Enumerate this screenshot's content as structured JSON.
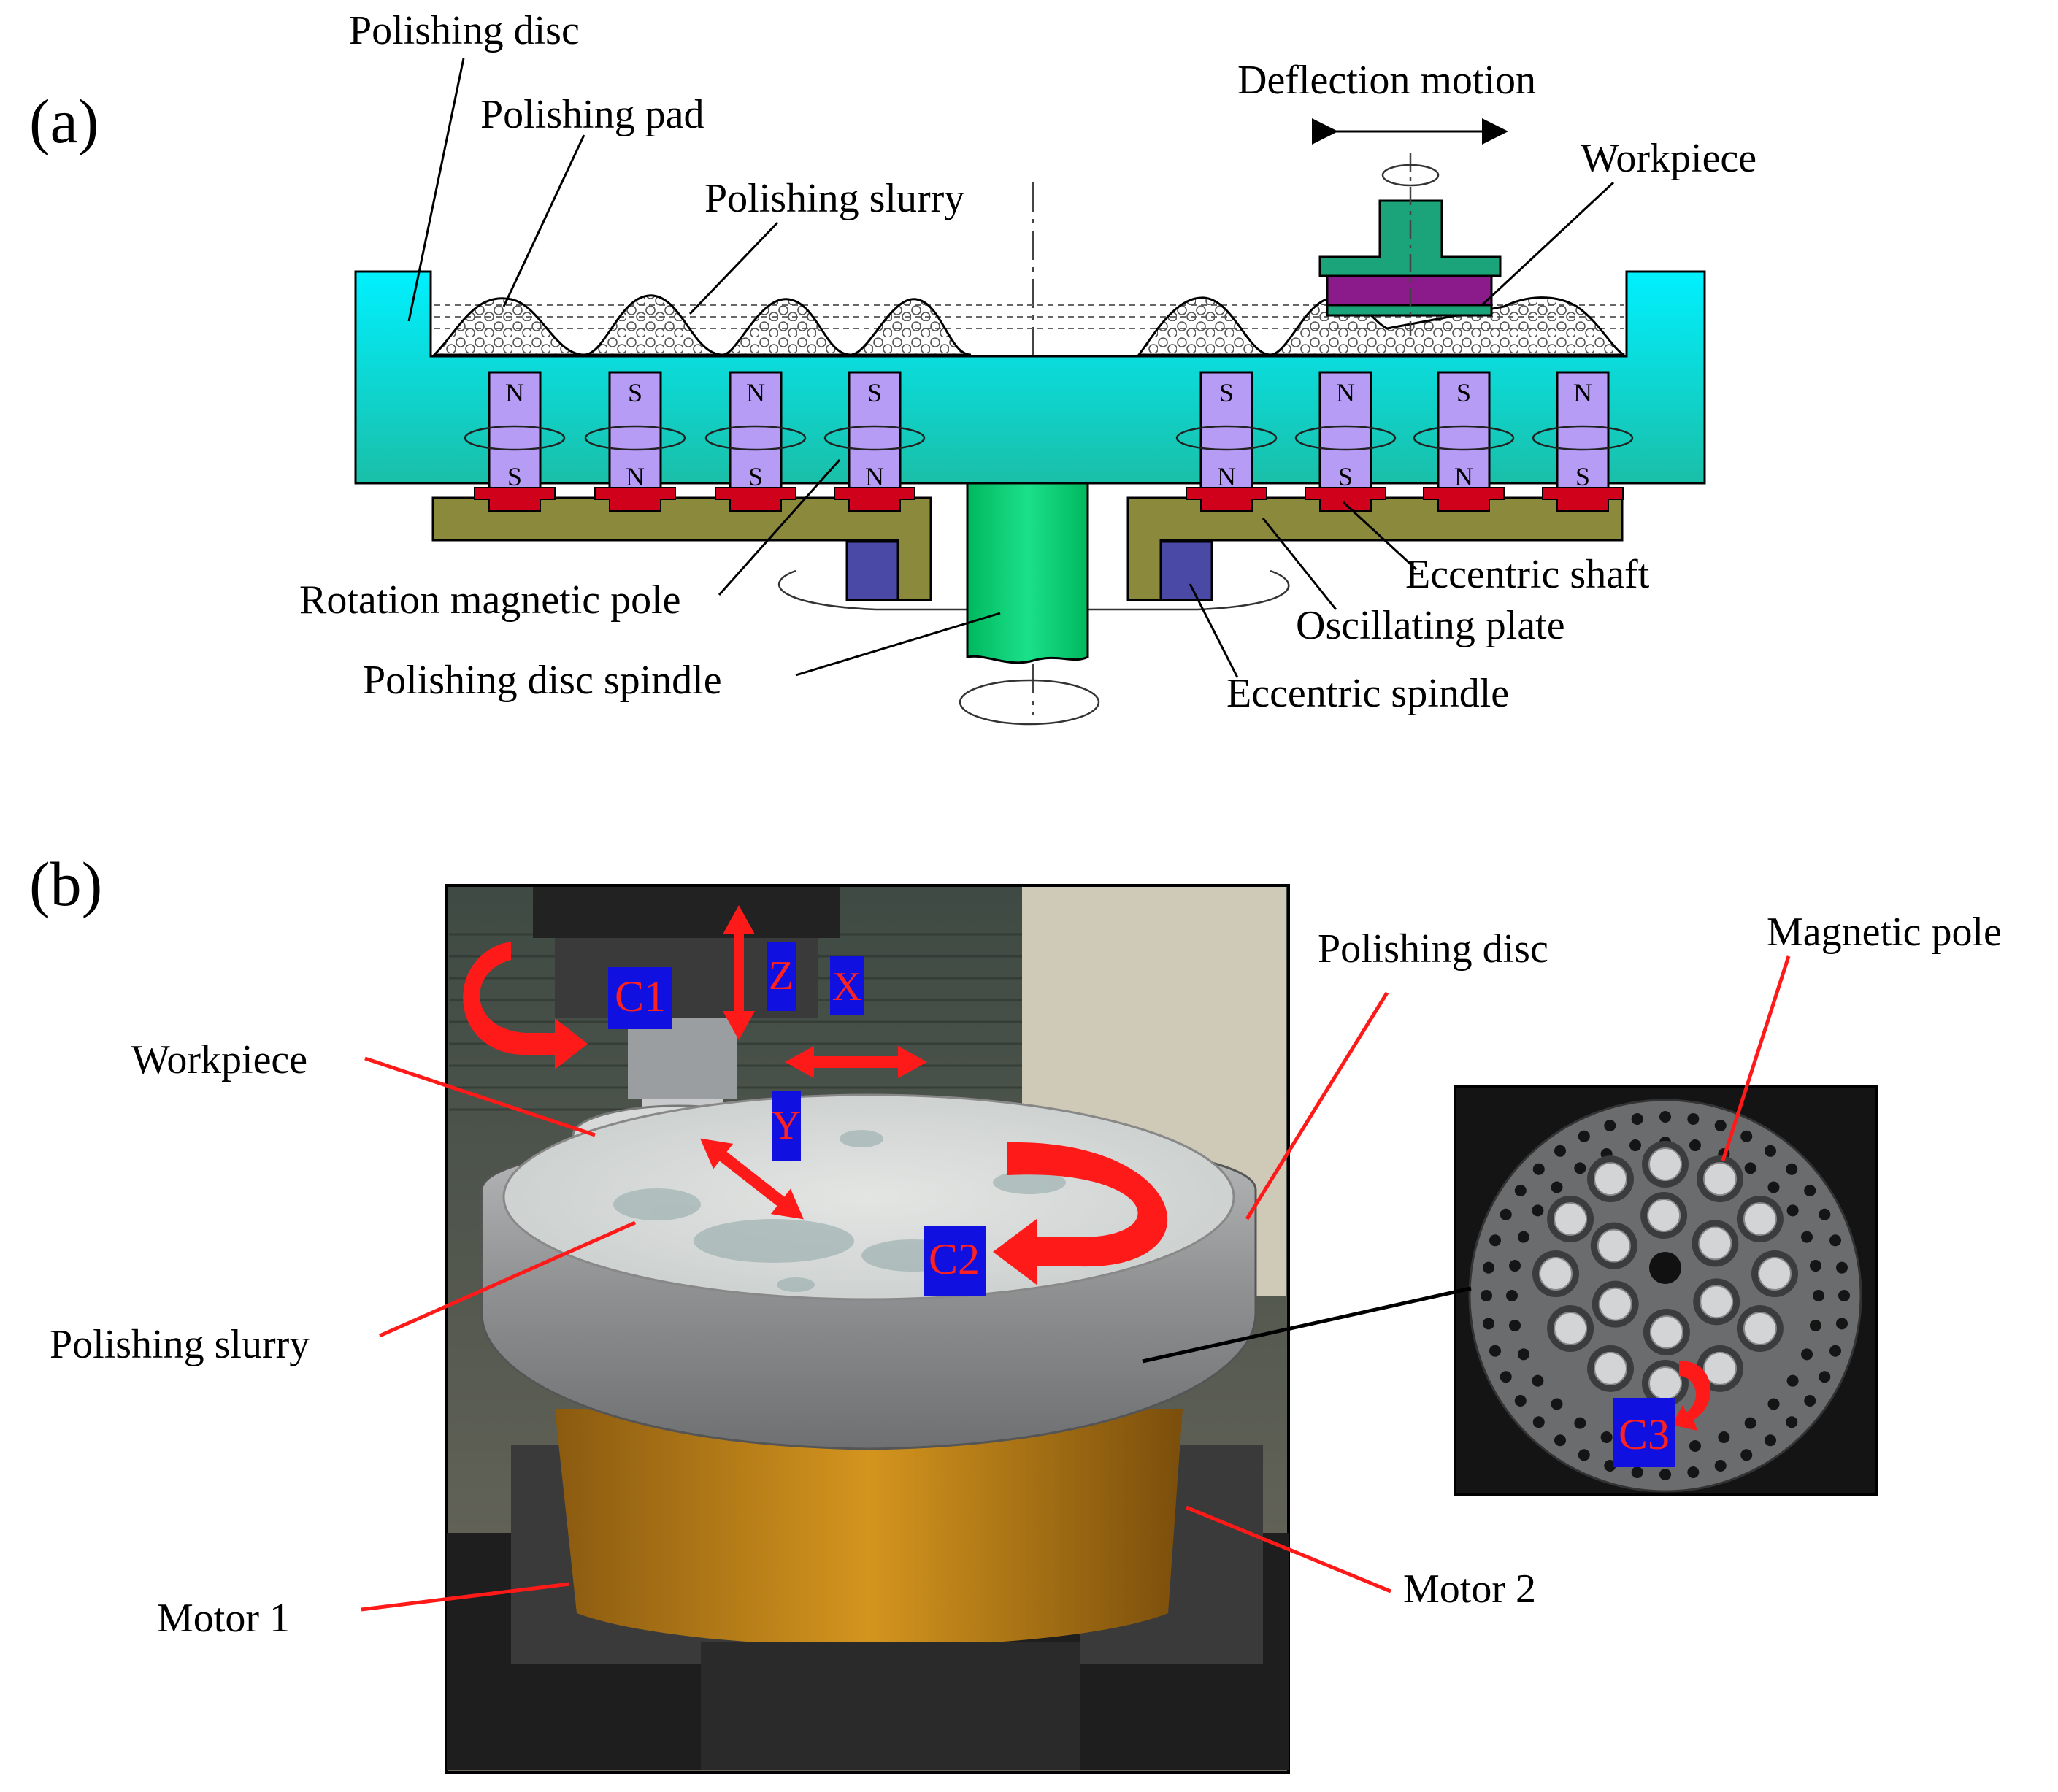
{
  "panel_a": {
    "tag": "(a)",
    "labels": {
      "polishing_disc": "Polishing disc",
      "polishing_pad": "Polishing pad",
      "polishing_slurry": "Polishing slurry",
      "deflection_motion": "Deflection motion",
      "workpiece": "Workpiece",
      "eccentric_shaft": "Eccentric shaft",
      "oscillating_plate": "Oscillating plate",
      "eccentric_spindle": "Eccentric  spindle",
      "rotation_magnetic_pole": "Rotation magnetic pole",
      "polishing_disc_spindle": "Polishing disc spindle"
    },
    "magnets": [
      {
        "top": "N",
        "bottom": "S"
      },
      {
        "top": "S",
        "bottom": "N"
      },
      {
        "top": "N",
        "bottom": "S"
      },
      {
        "top": "S",
        "bottom": "N"
      },
      {
        "top": "S",
        "bottom": "N"
      },
      {
        "top": "N",
        "bottom": "S"
      },
      {
        "top": "S",
        "bottom": "N"
      },
      {
        "top": "N",
        "bottom": "S"
      }
    ],
    "colors": {
      "disc": "#00E5EE",
      "magnet": "#B79CF5",
      "plate": "#8B8A3C",
      "shaft_pad": "#D0021B",
      "spindle": "#00C96B",
      "eccentric_block": "#4A4AA6",
      "workpiece_holder": "#1BA37A",
      "workpiece": "#8B1A8B"
    }
  },
  "panel_b": {
    "tag": "(b)",
    "labels": {
      "polishing_disc": "Polishing disc",
      "magnetic_pole": "Magnetic pole",
      "workpiece": "Workpiece",
      "polishing_slurry": "Polishing slurry",
      "motor1": "Motor 1",
      "motor2": "Motor 2"
    },
    "axis_tags": {
      "z": "Z",
      "x": "X",
      "y": "Y",
      "c1": "C1",
      "c2": "C2",
      "c3": "C3"
    },
    "colors": {
      "tag_bg": "#1010E0",
      "tag_text": "#FF2020",
      "arrow": "#FF1A1A",
      "leader_red": "#FF1A1A"
    }
  }
}
